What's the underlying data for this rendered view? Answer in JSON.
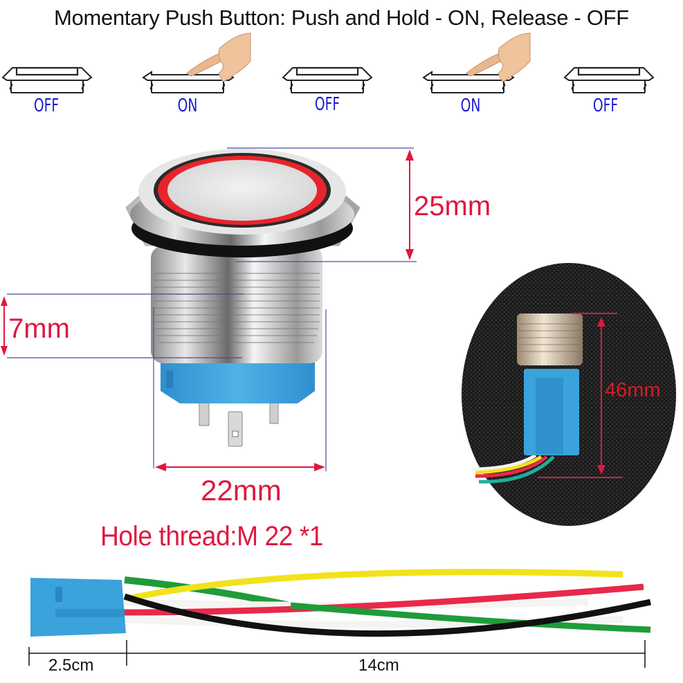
{
  "title": "Momentary Push Button: Push and Hold - ON, Release - OFF",
  "sequence": [
    {
      "state": "OFF",
      "pressed": false,
      "finger": false
    },
    {
      "state": "ON",
      "pressed": true,
      "finger": true
    },
    {
      "state": "OFF",
      "pressed": false,
      "finger": false
    },
    {
      "state": "ON",
      "pressed": true,
      "finger": true
    },
    {
      "state": "OFF",
      "pressed": false,
      "finger": false
    }
  ],
  "dimensions": {
    "head_height": "25mm",
    "thread_length": "7mm",
    "diameter": "22mm",
    "total_length": "46mm",
    "hole_thread": "Hole thread:M 22 *1"
  },
  "harness": {
    "connector_length": "2.5cm",
    "wire_length": "14cm",
    "wire_colors": [
      "#f2e21c",
      "#e8294a",
      "#111111",
      "#1f9c3a",
      "#f4f4f0"
    ]
  },
  "colors": {
    "dimension_red": "#e0173f",
    "dimension_line_blue": "#4a4aa8",
    "state_blue": "#1a1acc",
    "connector_blue": "#3aa3dc",
    "led_ring_red": "#e8232d"
  }
}
